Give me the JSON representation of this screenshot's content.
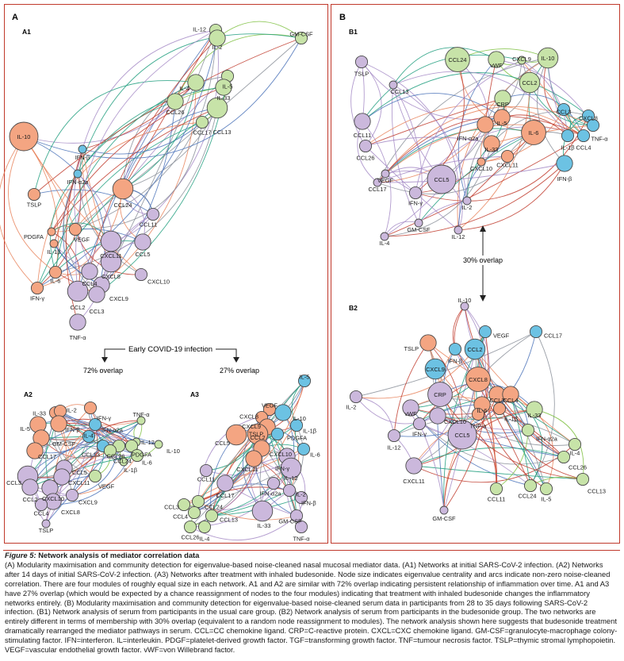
{
  "panels": {
    "A": "A",
    "A1": "A1",
    "A2": "A2",
    "A3": "A3",
    "B": "B",
    "B1": "B1",
    "B2": "B2"
  },
  "annotations": {
    "early_covid": "Early COVID-19 infection",
    "a2_overlap": "72% overlap",
    "a3_overlap": "27% overlap",
    "b_overlap": "30% overlap"
  },
  "colors": {
    "orange": "#f4a582",
    "purple": "#cbb8dc",
    "green": "#c7e3a8",
    "blue": "#6cc2e3",
    "edge_red": "#c0392b",
    "edge_orange": "#e8825a",
    "edge_green": "#7cbf3e",
    "edge_teal": "#1e9e7e",
    "edge_purple": "#a48ac6",
    "edge_blue": "#4a72b8",
    "edge_grey": "#8a8f99"
  },
  "nodes": {
    "A1": [
      {
        "label": "IL-12",
        "c": "green",
        "s": 2
      },
      {
        "label": "IL-2",
        "c": "green",
        "s": 3
      },
      {
        "label": "GM-CSF",
        "c": "green",
        "s": 2
      },
      {
        "label": "IL-5",
        "c": "green",
        "s": 2
      },
      {
        "label": "IL-4",
        "c": "green",
        "s": 3
      },
      {
        "label": "IL-33",
        "c": "green",
        "s": 3
      },
      {
        "label": "CCL26",
        "c": "green",
        "s": 3
      },
      {
        "label": "CCL13",
        "c": "green",
        "s": 4
      },
      {
        "label": "CCL17",
        "c": "green",
        "s": 2
      },
      {
        "label": "IL-10",
        "c": "orange",
        "s": 6
      },
      {
        "label": "IFN-β",
        "c": "blue",
        "s": 1
      },
      {
        "label": "IFN-α2a",
        "c": "blue",
        "s": 1
      },
      {
        "label": "CCL24",
        "c": "orange",
        "s": 4
      },
      {
        "label": "TSLP",
        "c": "orange",
        "s": 2
      },
      {
        "label": "CCL11",
        "c": "purple",
        "s": 2
      },
      {
        "label": "PDGFA",
        "c": "orange",
        "s": 1
      },
      {
        "label": "VEGF",
        "c": "orange",
        "s": 2
      },
      {
        "label": "IL-1β",
        "c": "orange",
        "s": 1
      },
      {
        "label": "CXCL11",
        "c": "purple",
        "s": 4
      },
      {
        "label": "CCL5",
        "c": "purple",
        "s": 3
      },
      {
        "label": "CXCL8",
        "c": "purple",
        "s": 4
      },
      {
        "label": "IL-6",
        "c": "orange",
        "s": 2
      },
      {
        "label": "CCL4",
        "c": "purple",
        "s": 3
      },
      {
        "label": "CXCL10",
        "c": "purple",
        "s": 2
      },
      {
        "label": "IFN-γ",
        "c": "orange",
        "s": 2
      },
      {
        "label": "CCL2",
        "c": "purple",
        "s": 4
      },
      {
        "label": "CXCL9",
        "c": "purple",
        "s": 3
      },
      {
        "label": "CCL3",
        "c": "purple",
        "s": 3
      },
      {
        "label": "TNF-α",
        "c": "purple",
        "s": 3
      }
    ],
    "A2": [
      {
        "label": "IL-33",
        "c": "orange",
        "s": 2
      },
      {
        "label": "IL-2",
        "c": "orange",
        "s": 2
      },
      {
        "label": "IFN-γ",
        "c": "orange",
        "s": 2
      },
      {
        "label": "TNF-α",
        "c": "green",
        "s": 1
      },
      {
        "label": "IL-5",
        "c": "orange",
        "s": 3
      },
      {
        "label": "IFN-β",
        "c": "orange",
        "s": 3
      },
      {
        "label": "IFN-α2a",
        "c": "blue",
        "s": 2
      },
      {
        "label": "GM-CSF",
        "c": "orange",
        "s": 3
      },
      {
        "label": "IL-4",
        "c": "blue",
        "s": 2
      },
      {
        "label": "IL-12",
        "c": "green",
        "s": 1
      },
      {
        "label": "CCL17",
        "c": "orange",
        "s": 3
      },
      {
        "label": "CCL13",
        "c": "blue",
        "s": 2
      },
      {
        "label": "CCL26",
        "c": "green",
        "s": 2
      },
      {
        "label": "PDGFA",
        "c": "green",
        "s": 2
      },
      {
        "label": "IL-10",
        "c": "green",
        "s": 1
      },
      {
        "label": "CCL24",
        "c": "green",
        "s": 2
      },
      {
        "label": "IL-6",
        "c": "green",
        "s": 2
      },
      {
        "label": "IL-1β",
        "c": "green",
        "s": 1
      },
      {
        "label": "CCL5",
        "c": "purple",
        "s": 3
      },
      {
        "label": "CCL3",
        "c": "purple",
        "s": 4
      },
      {
        "label": "CXCL11",
        "c": "purple",
        "s": 3
      },
      {
        "label": "VEGF",
        "c": "green",
        "s": 2
      },
      {
        "label": "CCL2",
        "c": "purple",
        "s": 3
      },
      {
        "label": "CXCL10",
        "c": "purple",
        "s": 3
      },
      {
        "label": "CXCL9",
        "c": "purple",
        "s": 2
      },
      {
        "label": "CXCL8",
        "c": "purple",
        "s": 3
      },
      {
        "label": "CCL4",
        "c": "purple",
        "s": 2
      },
      {
        "label": "TSLP",
        "c": "purple",
        "s": 1
      }
    ],
    "A3": [
      {
        "label": "IL-5",
        "c": "blue",
        "s": 2
      },
      {
        "label": "VEGF",
        "c": "orange",
        "s": 2
      },
      {
        "label": "CXCL8",
        "c": "orange",
        "s": 2
      },
      {
        "label": "IL-10",
        "c": "blue",
        "s": 3
      },
      {
        "label": "CXCL9",
        "c": "orange",
        "s": 3
      },
      {
        "label": "IL-1β",
        "c": "blue",
        "s": 2
      },
      {
        "label": "CCL5",
        "c": "orange",
        "s": 4
      },
      {
        "label": "TSLP",
        "c": "orange",
        "s": 2
      },
      {
        "label": "CCL2",
        "c": "orange",
        "s": 4
      },
      {
        "label": "PDGFA",
        "c": "blue",
        "s": 2
      },
      {
        "label": "CXCL10",
        "c": "orange",
        "s": 3
      },
      {
        "label": "IL-6",
        "c": "blue",
        "s": 2
      },
      {
        "label": "CXCL11",
        "c": "orange",
        "s": 3
      },
      {
        "label": "IFN-γ",
        "c": "purple",
        "s": 3
      },
      {
        "label": "CCL11",
        "c": "purple",
        "s": 2
      },
      {
        "label": "IL-12",
        "c": "purple",
        "s": 4
      },
      {
        "label": "CCL17",
        "c": "purple",
        "s": 3
      },
      {
        "label": "IFN-α2a",
        "c": "purple",
        "s": 2
      },
      {
        "label": "IL-2",
        "c": "purple",
        "s": 2
      },
      {
        "label": "IFN-β",
        "c": "purple",
        "s": 2
      },
      {
        "label": "CCL3",
        "c": "green",
        "s": 2
      },
      {
        "label": "CCL24",
        "c": "green",
        "s": 2
      },
      {
        "label": "CCL4",
        "c": "green",
        "s": 2
      },
      {
        "label": "CCL13",
        "c": "green",
        "s": 2
      },
      {
        "label": "IL-33",
        "c": "purple",
        "s": 4
      },
      {
        "label": "GM-CSF",
        "c": "purple",
        "s": 2
      },
      {
        "label": "CCL26",
        "c": "green",
        "s": 2
      },
      {
        "label": "IL-4",
        "c": "green",
        "s": 2
      },
      {
        "label": "TNF-α",
        "c": "purple",
        "s": 2
      }
    ],
    "B1": [
      {
        "label": "TSLP",
        "c": "purple",
        "s": 2
      },
      {
        "label": "CCL24",
        "c": "green",
        "s": 5
      },
      {
        "label": "vWF",
        "c": "green",
        "s": 3
      },
      {
        "label": "CXCL9",
        "c": "green",
        "s": 1
      },
      {
        "label": "IL-10",
        "c": "green",
        "s": 4
      },
      {
        "label": "CCL13",
        "c": "purple",
        "s": 1
      },
      {
        "label": "CCL2",
        "c": "green",
        "s": 4
      },
      {
        "label": "CRP",
        "c": "green",
        "s": 3
      },
      {
        "label": "CCL3",
        "c": "blue",
        "s": 2
      },
      {
        "label": "CXCL8",
        "c": "blue",
        "s": 2
      },
      {
        "label": "IL-5",
        "c": "orange",
        "s": 3
      },
      {
        "label": "TNF-α",
        "c": "blue",
        "s": 2
      },
      {
        "label": "CCL11",
        "c": "purple",
        "s": 3
      },
      {
        "label": "IFN-α2a",
        "c": "orange",
        "s": 3
      },
      {
        "label": "IL-6",
        "c": "orange",
        "s": 5
      },
      {
        "label": "CCL4",
        "c": "blue",
        "s": 2
      },
      {
        "label": "IL-33",
        "c": "orange",
        "s": 3
      },
      {
        "label": "IL-1β",
        "c": "blue",
        "s": 2
      },
      {
        "label": "CCL26",
        "c": "purple",
        "s": 2
      },
      {
        "label": "CXCL11",
        "c": "orange",
        "s": 2
      },
      {
        "label": "CXCL10",
        "c": "orange",
        "s": 1
      },
      {
        "label": "IFN-β",
        "c": "blue",
        "s": 3
      },
      {
        "label": "VEGF",
        "c": "purple",
        "s": 1
      },
      {
        "label": "CCL5",
        "c": "purple",
        "s": 6
      },
      {
        "label": "CCL17",
        "c": "purple",
        "s": 1
      },
      {
        "label": "IFN-γ",
        "c": "purple",
        "s": 2
      },
      {
        "label": "IL-2",
        "c": "purple",
        "s": 1
      },
      {
        "label": "GM-CSF",
        "c": "purple",
        "s": 1
      },
      {
        "label": "IL-12",
        "c": "purple",
        "s": 1
      },
      {
        "label": "IL-4",
        "c": "purple",
        "s": 1
      }
    ],
    "B2": [
      {
        "label": "IL-10",
        "c": "purple",
        "s": 1
      },
      {
        "label": "VEGF",
        "c": "blue",
        "s": 2
      },
      {
        "label": "TSLP",
        "c": "orange",
        "s": 3
      },
      {
        "label": "CCL2",
        "c": "blue",
        "s": 4
      },
      {
        "label": "CCL17",
        "c": "blue",
        "s": 2
      },
      {
        "label": "IFN-β",
        "c": "blue",
        "s": 2
      },
      {
        "label": "CXCL9",
        "c": "blue",
        "s": 4
      },
      {
        "label": "CXCL8",
        "c": "orange",
        "s": 5
      },
      {
        "label": "IL-2",
        "c": "purple",
        "s": 2
      },
      {
        "label": "CRP",
        "c": "purple",
        "s": 5
      },
      {
        "label": "CCL3",
        "c": "orange",
        "s": 3
      },
      {
        "label": "CCL4",
        "c": "orange",
        "s": 3
      },
      {
        "label": "vWF",
        "c": "purple",
        "s": 3
      },
      {
        "label": "CXCL10",
        "c": "purple",
        "s": 3
      },
      {
        "label": "IL-6",
        "c": "orange",
        "s": 3
      },
      {
        "label": "IL-1β",
        "c": "orange",
        "s": 2
      },
      {
        "label": "IL-33",
        "c": "green",
        "s": 3
      },
      {
        "label": "TNF-α",
        "c": "orange",
        "s": 2
      },
      {
        "label": "IFN-γ",
        "c": "purple",
        "s": 2
      },
      {
        "label": "CCL5",
        "c": "purple",
        "s": 6
      },
      {
        "label": "IFN-α2a",
        "c": "green",
        "s": 2
      },
      {
        "label": "IL-12",
        "c": "purple",
        "s": 2
      },
      {
        "label": "IL-4",
        "c": "green",
        "s": 2
      },
      {
        "label": "CCL26",
        "c": "green",
        "s": 2
      },
      {
        "label": "CXCL11",
        "c": "purple",
        "s": 3
      },
      {
        "label": "IL-5",
        "c": "green",
        "s": 2
      },
      {
        "label": "CCL11",
        "c": "green",
        "s": 2
      },
      {
        "label": "CCL24",
        "c": "green",
        "s": 2
      },
      {
        "label": "CCL13",
        "c": "green",
        "s": 2
      },
      {
        "label": "GM-CSF",
        "c": "purple",
        "s": 1
      }
    ]
  },
  "caption": {
    "title_prefix": "Figure 5:",
    "title": "Network analysis of mediator correlation data",
    "body": "(A) Modularity maximisation and community detection for eigenvalue-based noise-cleaned nasal mucosal mediator data. (A1) Networks at initial SARS-CoV-2 infection. (A2) Networks after 14 days of initial SARS-CoV-2 infection. (A3) Networks after treatment with inhaled budesonide. Node size indicates eigenvalue centrality and arcs indicate non-zero noise-cleaned correlation. There are four modules of roughly equal size in each network. A1 and A2 are similar with 72% overlap indicating persistent relationship of inflammation over time. A1 and A3 have 27% overlap (which would be expected by a chance reassignment of nodes to the four modules) indicating that treatment with inhaled budesonide changes the inflammatory networks entirely. (B) Modularity maximisation and community detection for eigenvalue-based noise-cleaned serum data in participants from 28 to 35 days following SARS-CoV-2 infection. (B1) Network analysis of serum from participants in the usual care group. (B2) Network analysis of serum from participants in the budesonide group. The two networks are entirely different in terms of membership with 30% overlap (equivalent to a random node reassignment to modules). The network analysis shown here suggests that budesonide treatment dramatically rearranged the mediator pathways in serum. CCL=CC chemokine ligand. CRP=C-reactive protein. CXCL=CXC chemokine ligand. GM-CSF=granulocyte-macrophage colony-stimulating factor. IFN=interferon. IL=interleukin. PDGF=platelet-derived growth factor. TGF=transforming growth factor. TNF=tumour necrosis factor. TSLP=thymic stromal lymphopoietin. VEGF=vascular endothelial growth factor. vWF=von Willebrand factor."
  }
}
